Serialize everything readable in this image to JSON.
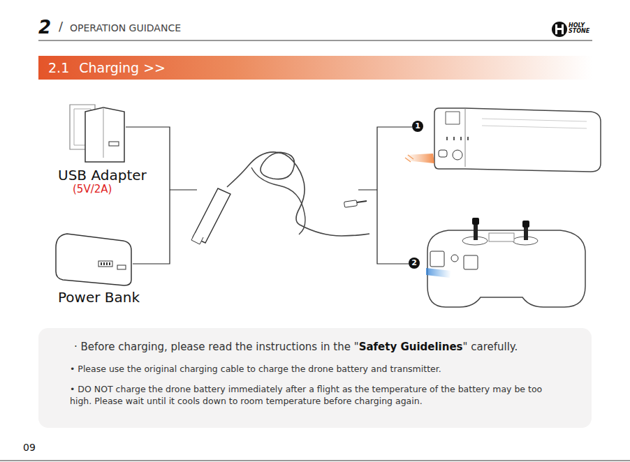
{
  "diagram": {
    "nodes": [
      {
        "text": [
          "2.1",
          "Charging >>"
        ]
      },
      {
        "text": [
          "· Before charging, please read the instructions in the \"",
          "Safety Guidelines",
          "\" carefully.",
          "• Please use the original charging cable to charge the drone battery and transmitter.",
          "• DO NOT charge the drone battery immediately after a flight as the temperature of the battery may be too high. Please wait until it cools down to room temperature before charging again."
        ]
      },
      {
        "text": [
          "1"
        ]
      },
      {
        "text": [
          "2"
        ]
      }
    ],
    "labels": [
      "2",
      "/",
      "OPERATION GUIDANCE",
      "HOLY",
      "STONE",
      "USB Adapter",
      "(5V/2A)",
      "Power Bank",
      "09"
    ]
  }
}
